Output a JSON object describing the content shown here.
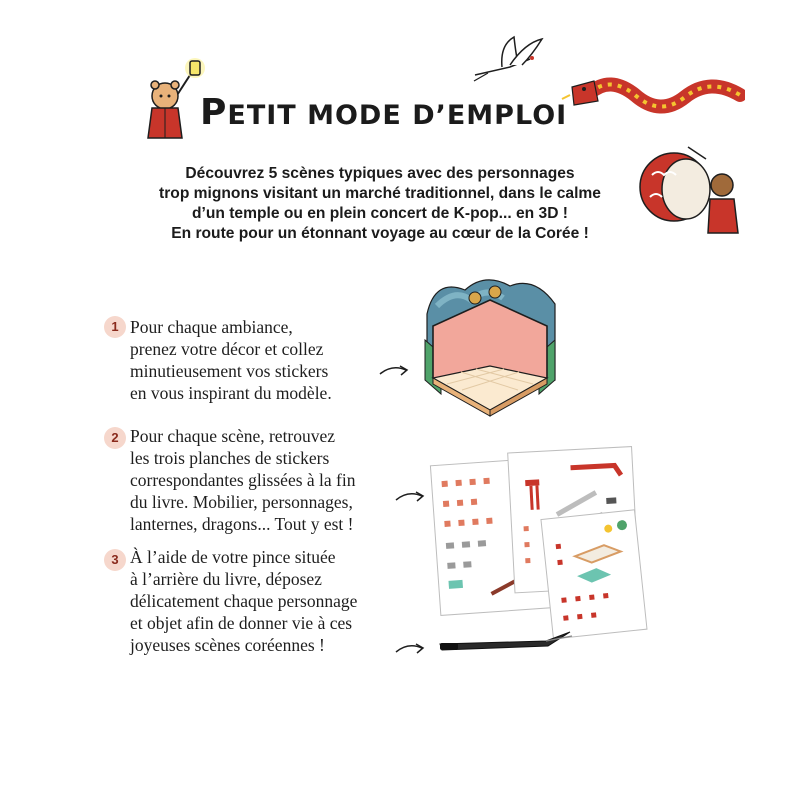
{
  "header": {
    "title_cap1": "P",
    "title_rest1": "ETIT MODE D’EMPLOI"
  },
  "intro": {
    "lines": [
      "Découvrez 5 scènes typiques avec des personnages",
      "trop mignons visitant un marché traditionnel, dans le calme",
      "d’un temple ou en plein concert de K-pop... en 3D !",
      "En route pour un étonnant voyage au cœur de la Corée !"
    ]
  },
  "steps": [
    {
      "number": "1",
      "lines": [
        "Pour chaque ambiance,",
        "prenez votre décor et collez",
        "minutieusement vos stickers",
        "en vous inspirant du modèle."
      ]
    },
    {
      "number": "2",
      "lines": [
        "Pour chaque scène, retrouvez",
        "les trois planches de stickers",
        "correspondantes glissées à la fin",
        "du livre. Mobilier, personnages,",
        "lanternes, dragons... Tout y est !"
      ]
    },
    {
      "number": "3",
      "lines": [
        "À l’aide de votre pince située",
        "à l’arrière du livre, déposez",
        "délicatement chaque personnage",
        "et objet afin de donner vie à ces",
        "joyeuses scènes coréennes !"
      ]
    }
  ],
  "colors": {
    "accent_red": "#c8352a",
    "badge_bg": "#f6d7cc",
    "badge_text": "#8a2a1c",
    "salmon": "#f2a79b",
    "cream": "#fbead0",
    "green": "#4fa36a"
  },
  "illustrations": {
    "bear_lantern": "bear-with-lantern-illustration",
    "crane": "crane-bird-illustration",
    "dragon": "red-dragon-illustration",
    "drum": "drum-and-bear-illustration",
    "scene": "isometric-scene-illustration",
    "sheets": "sticker-sheets-illustration",
    "tweezers": "tweezers-illustration"
  }
}
